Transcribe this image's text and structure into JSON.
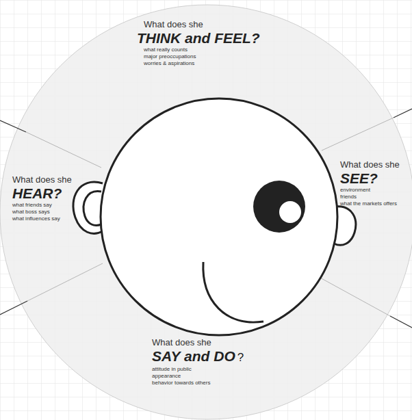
{
  "diagram": {
    "nodes": [
      {
        "text": [
          "What does she",
          "THINK and FEEL?",
          "what really counts",
          "major preoccupations",
          "worries & aspirations"
        ]
      },
      {
        "text": [
          "What does she",
          "HEAR?",
          "what friends say",
          "what boss says",
          "what influences say"
        ]
      },
      {
        "text": [
          "What does she",
          "SEE?",
          "environment",
          "friends",
          "what the markets offers"
        ]
      },
      {
        "text": [
          "What does she",
          "SAY and DO",
          "?",
          "attitude in public",
          "appearance",
          "behavior towards others"
        ]
      }
    ]
  }
}
